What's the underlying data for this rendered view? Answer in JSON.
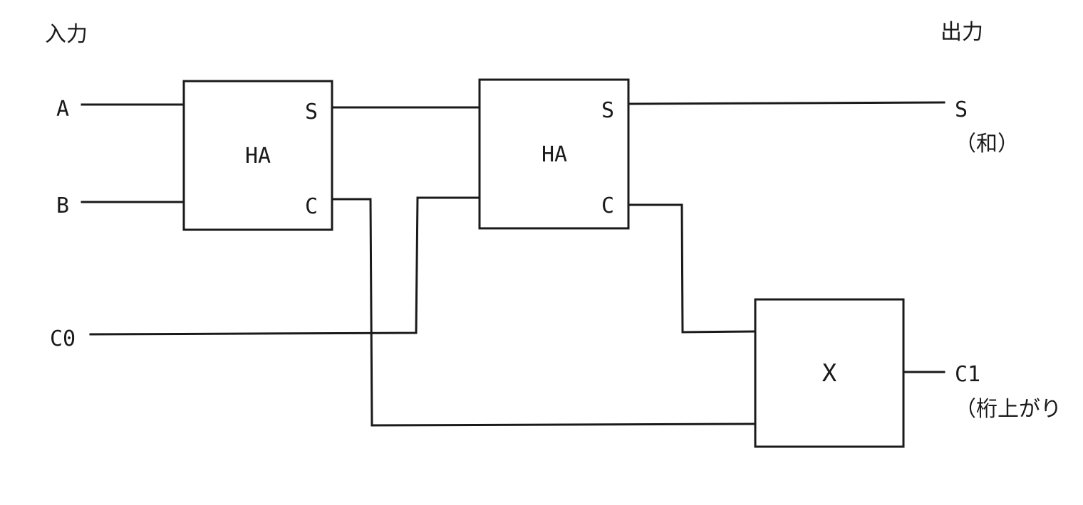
{
  "headings": {
    "input": "入力",
    "output": "出力"
  },
  "inputs": {
    "a": "A",
    "b": "B",
    "c0": "C0"
  },
  "blocks": {
    "half_adder_1": {
      "label": "HA",
      "out_sum": "S",
      "out_carry": "C"
    },
    "half_adder_2": {
      "label": "HA",
      "out_sum": "S",
      "out_carry": "C"
    },
    "block_x": {
      "label": "X"
    }
  },
  "outputs": {
    "sum": {
      "label": "S",
      "note": "（和）"
    },
    "carry": {
      "label": "C1",
      "note": "（桁上がり"
    }
  }
}
